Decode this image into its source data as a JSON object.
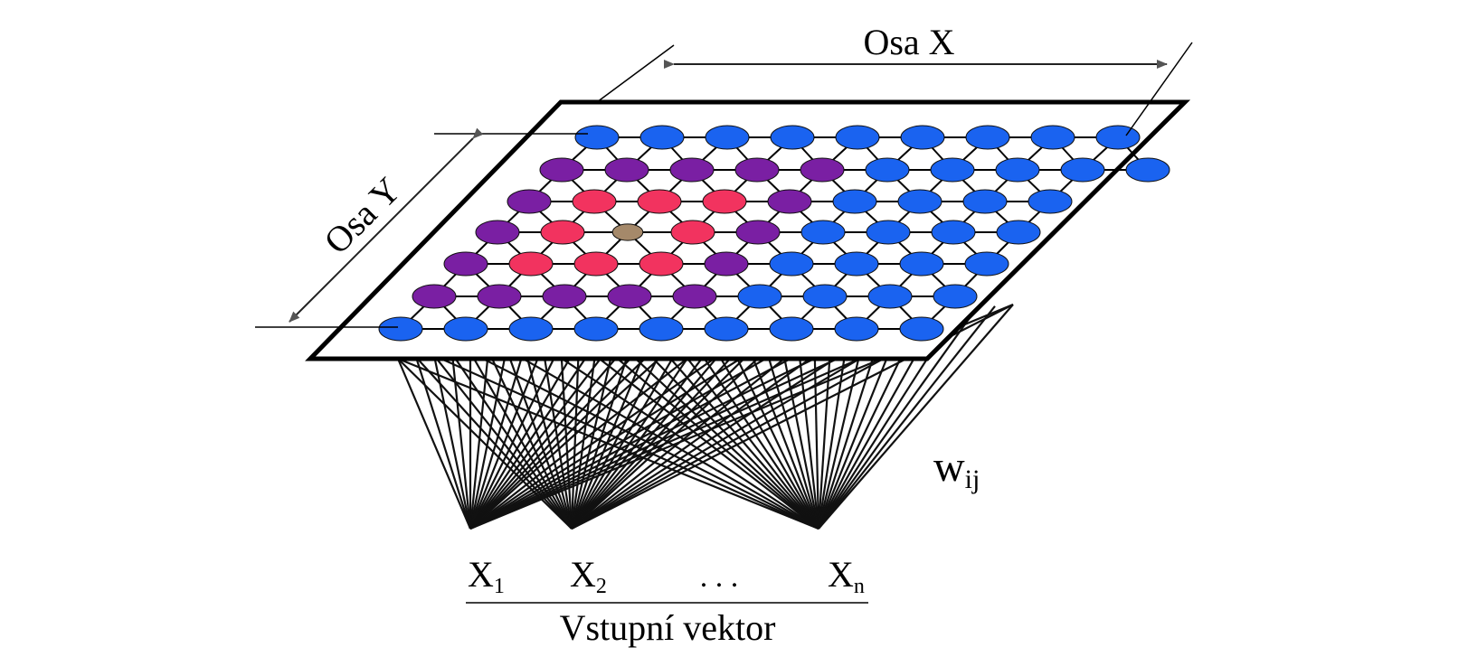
{
  "labels": {
    "axis_x": "Osa X",
    "axis_y": "Osa Y",
    "weights": "w",
    "weights_sub": "ij",
    "x1": "X",
    "x1_sub": "1",
    "x2": "X",
    "x2_sub": "2",
    "ellipsis": ". . .",
    "xn": "X",
    "xn_sub": "n",
    "input_vector": "Vstupní vektor"
  },
  "grid": {
    "rows": [
      "BBBBBBBBB",
      "PPPPPBBBBB",
      "PRRRPBBBB",
      "PRNRPBBBB",
      "PRRRPBBBB",
      "PPPPPBBBB",
      "BBBBBBBBB"
    ],
    "legend_codes": {
      "B": "blue",
      "P": "purple",
      "R": "red",
      "N": "winner"
    }
  },
  "colors": {
    "blue": "#1a63f0",
    "purple": "#7a1fa3",
    "red": "#f2335f",
    "winner": "#a5896a",
    "line": "#000000"
  }
}
